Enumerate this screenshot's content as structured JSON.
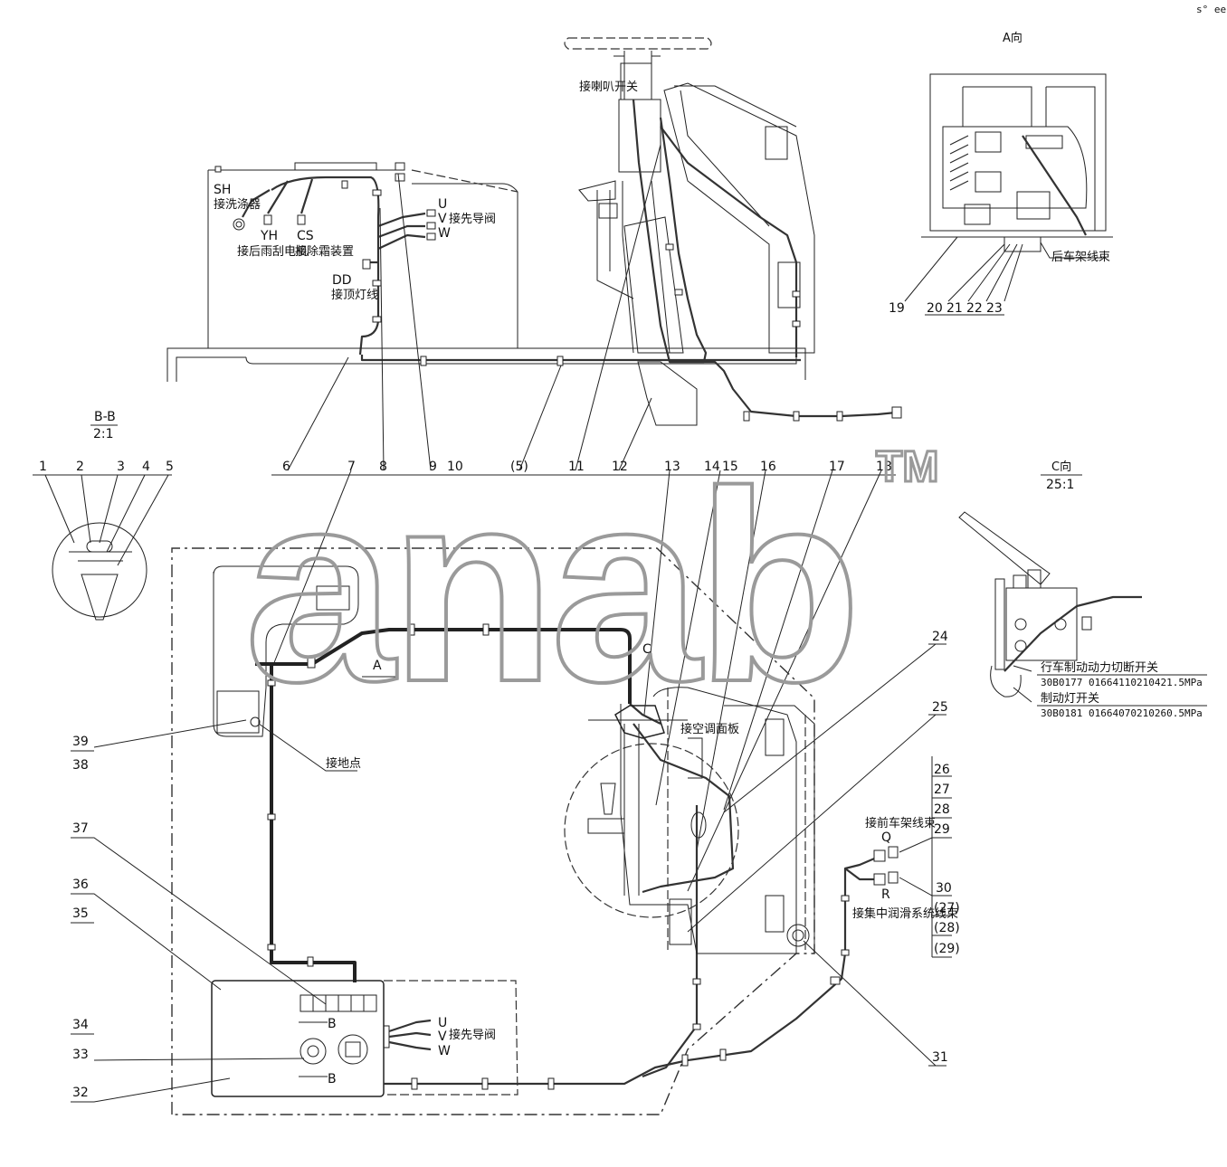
{
  "corner_mark": "s° ees",
  "watermark": {
    "text": "anab",
    "tm": "TM"
  },
  "views": {
    "a_view_title": "A向",
    "c_view_title": "C向",
    "c_view_scale": "25:1",
    "bb_view_title": "B-B",
    "bb_view_scale": "2:1"
  },
  "connectors": {
    "sh": "SH",
    "sh_desc": "接洗涤器",
    "yh": "YH",
    "yh_desc": "接后雨刮电机",
    "cs": "CS",
    "cs_desc": "接除霜装置",
    "dd": "DD",
    "dd_desc": "接顶灯线",
    "u_top": "U",
    "v_top": "V",
    "w_top": "W",
    "uvw_top_desc": "接先导阀",
    "horn": "接喇叭开关",
    "rear_frame": "后车架线束",
    "ac_panel": "接空调面板",
    "ground": "接地点",
    "front_frame": "接前车架线束",
    "q": "Q",
    "r": "R",
    "lube": "接集中润滑系统线束",
    "u_bot": "U",
    "v_bot": "V",
    "w_bot": "W",
    "uvw_bot_desc": "接先导阀",
    "b_top": "B",
    "b_bot": "B",
    "a_mark": "A",
    "c_mark": "C"
  },
  "switches": {
    "brake_cutoff": "行车制动动力切断开关",
    "brake_cutoff_code": "30B0177 01664110210421.5MPa",
    "brake_light": "制动灯开关",
    "brake_light_code": "30B0181 01664070210260.5MPa"
  },
  "callouts": {
    "bb": [
      "1",
      "2",
      "3",
      "4",
      "5"
    ],
    "row": [
      "6",
      "7",
      "8",
      "9",
      "10",
      "(5)",
      "11",
      "12",
      "13",
      "14",
      "15",
      "16",
      "17",
      "18"
    ],
    "a_view": [
      "19",
      "20",
      "21",
      "22",
      "23"
    ],
    "right": [
      "24",
      "25",
      "26",
      "27",
      "28",
      "29",
      "30",
      "(27)",
      "(28)",
      "(29)",
      "31"
    ],
    "left": [
      "39",
      "38",
      "37",
      "36",
      "35",
      "34",
      "33",
      "32"
    ]
  }
}
